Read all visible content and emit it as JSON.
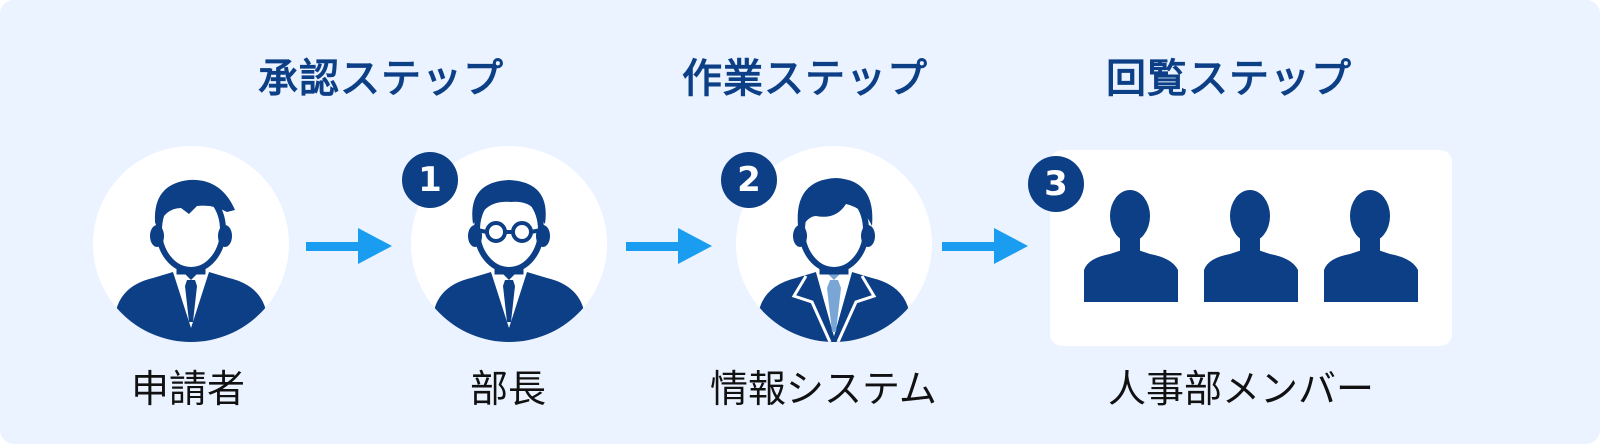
{
  "steps": [
    {
      "title": "承認ステップ"
    },
    {
      "title": "作業ステップ"
    },
    {
      "title": "回覧ステップ"
    }
  ],
  "badges": [
    "1",
    "2",
    "3"
  ],
  "roles": [
    "申請者",
    "部長",
    "情報システム",
    "人事部メンバー"
  ],
  "icons": {
    "applicant": "person-in-suit-icon",
    "manager": "person-with-glasses-icon",
    "it_staff": "person-with-tie-icon",
    "hr_members": "group-of-people-icon",
    "arrow": "arrow-right-icon"
  },
  "colors": {
    "background": "#eaf3ff",
    "primary": "#0c3f86",
    "arrow": "#1a9cf0",
    "tie_accent": "#7aa6d6"
  }
}
